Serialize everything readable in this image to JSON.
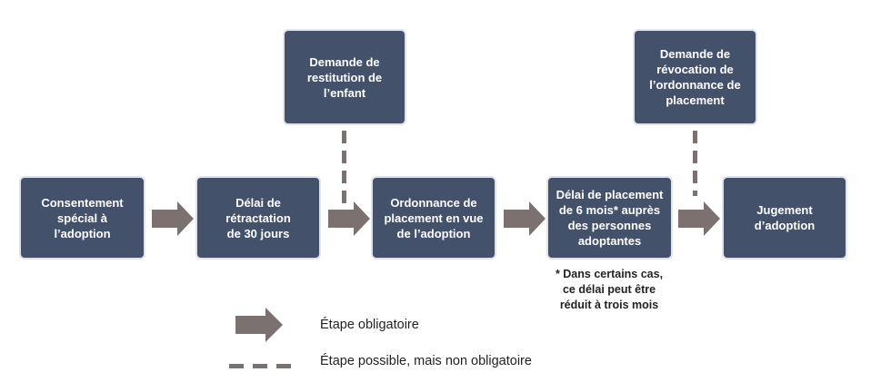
{
  "steps": [
    {
      "label": "Consentement\nspécial à l’adoption"
    },
    {
      "label": "Délai de\nrétractation\nde 30 jours"
    },
    {
      "label": "Ordonnance de\nplacement en vue\nde l’adoption"
    },
    {
      "label": "Délai de placement\nde 6 mois* auprès\ndes personnes\nadoptantes"
    },
    {
      "label": "Jugement\nd’adoption"
    }
  ],
  "optional_steps": [
    {
      "label": "Demande de\nrestitution de\nl’enfant"
    },
    {
      "label": "Demande de\nrévocation de\nl’ordonnance de\nplacement"
    }
  ],
  "footnote": "* Dans certains cas,\nce délai peut être\nréduit à trois mois",
  "legend": {
    "mandatory": "Étape obligatoire",
    "optional": "Étape possible, mais non obligatoire"
  },
  "colors": {
    "box": "#44516b",
    "arrow": "#7a7170"
  }
}
